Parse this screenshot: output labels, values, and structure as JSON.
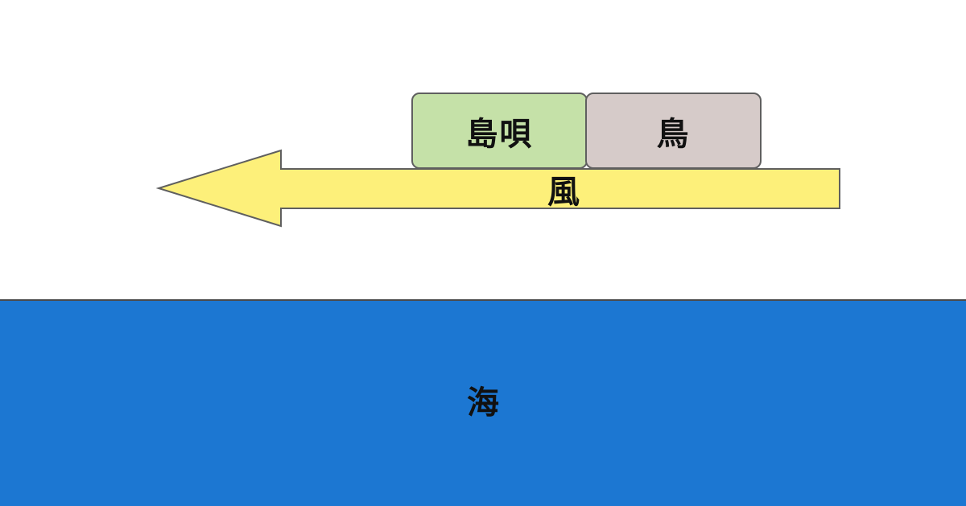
{
  "labels": {
    "shimauta": "島唄",
    "tori": "鳥",
    "kaze": "風",
    "umi": "海"
  },
  "colors": {
    "shimauta_fill": "#c5e1a8",
    "tori_fill": "#d6cbc9",
    "wind_fill": "#fdf07a",
    "sea_fill": "#1c77d2",
    "outline": "#5f5f5f"
  }
}
